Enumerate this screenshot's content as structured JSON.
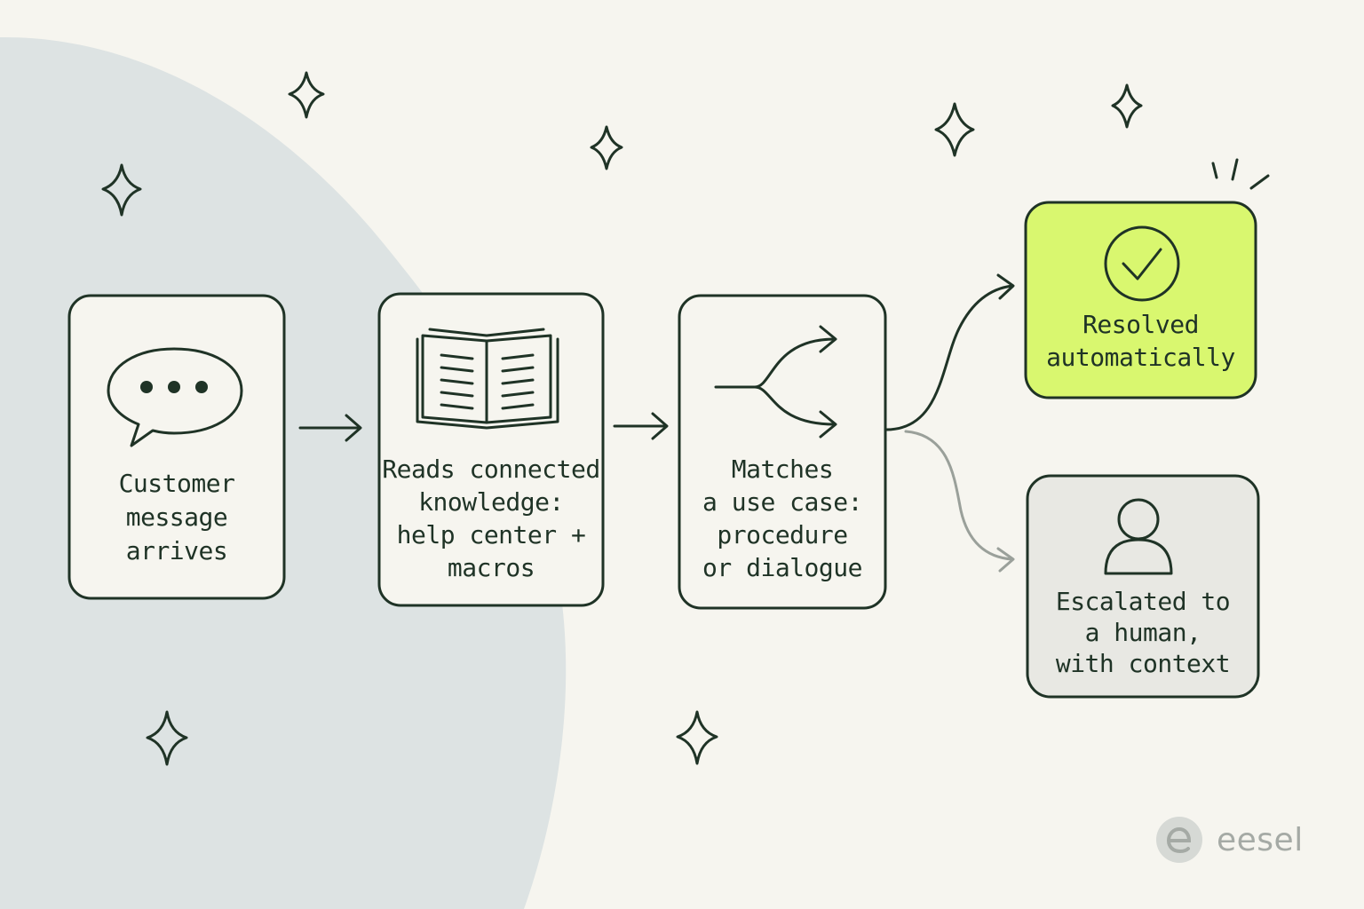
{
  "steps": [
    {
      "label": "Customer\nmessage\narrives",
      "icon": "speech-bubble-icon"
    },
    {
      "label": "Reads connected\nknowledge:\nhelp center +\nmacros",
      "icon": "open-book-icon"
    },
    {
      "label": "Matches\na use case:\nprocedure\nor dialogue",
      "icon": "split-arrow-icon"
    }
  ],
  "outcomes": [
    {
      "label": "Resolved\nautomatically",
      "icon": "check-circle-icon",
      "color": "#d9f76f"
    },
    {
      "label": "Escalated to\na human,\nwith context",
      "icon": "person-icon",
      "color": "#e8e8e3"
    }
  ],
  "brand": {
    "name": "eesel",
    "icon": "eesel-logo-icon"
  },
  "colors": {
    "background": "#f6f5ef",
    "blob": "#dde3e3",
    "ink": "#1f3326",
    "accent": "#d9f76f",
    "muted": "#a5aaa5"
  }
}
